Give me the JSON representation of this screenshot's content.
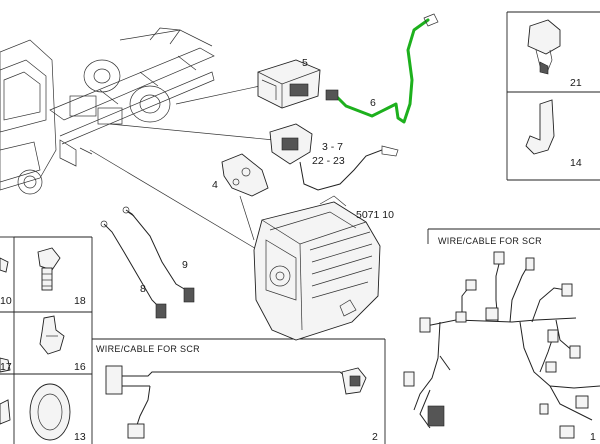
{
  "labels": {
    "ref_5": "5",
    "ref_6": "6",
    "ref_3_7": "3 - 7",
    "ref_22_23": "22 - 23",
    "ref_4": "4",
    "ref_5071_10": "5071 10",
    "ref_9": "9",
    "ref_8": "8",
    "ref_21": "21",
    "ref_14": "14",
    "ref_10": "10",
    "ref_18": "18",
    "ref_17": "17",
    "ref_16": "16",
    "ref_13": "13",
    "ref_2": "2",
    "ref_1": "1"
  },
  "captions": {
    "cable_left": "WIRE/CABLE FOR SCR",
    "cable_right": "WIRE/CABLE FOR SCR"
  },
  "highlight_color": "#1db01d"
}
